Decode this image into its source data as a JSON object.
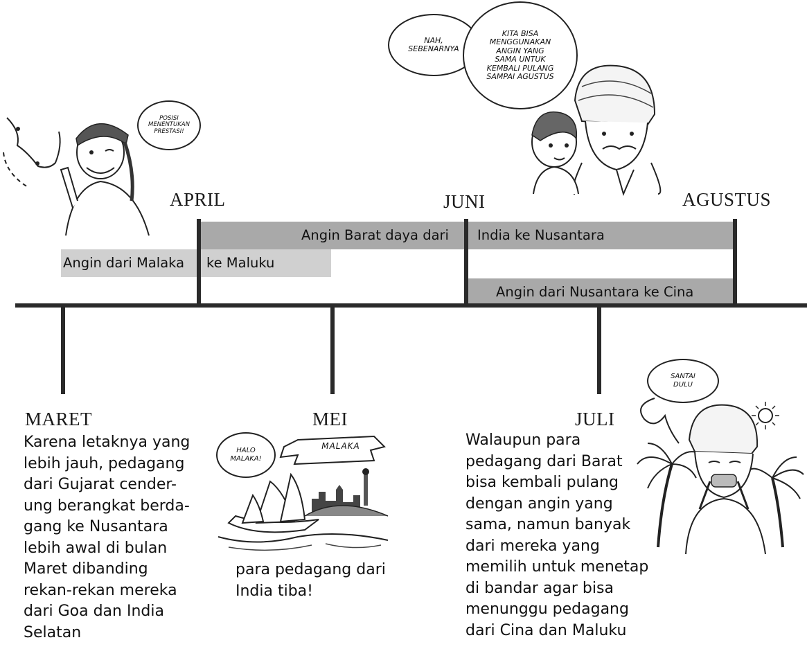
{
  "timeline": {
    "top_months": [
      "APRIL",
      "JUNI",
      "AGUSTUS"
    ],
    "bottom_months": [
      "MARET",
      "MEI",
      "JULI"
    ]
  },
  "bars": {
    "southwest_left": "Angin Barat daya dari",
    "southwest_right": "India ke Nusantara",
    "malaka_left": "Angin dari Malaka",
    "malaka_right": "ke Maluku",
    "nusantara_cina": "Angin dari Nusantara ke Cina"
  },
  "texts": {
    "maret": [
      "Karena letaknya yang",
      "lebih jauh, pedagang",
      "dari Gujarat cender-",
      "ung berangkat berda-",
      "gang ke Nusantara",
      "lebih awal di bulan",
      "Maret dibanding",
      "rekan-rekan mereka",
      "dari Goa dan India",
      "Selatan"
    ],
    "mei": [
      "para pedagang dari",
      "India tiba!"
    ],
    "juli": [
      "Walaupun para",
      "pedagang dari Barat",
      "bisa kembali pulang",
      "dengan angin yang",
      "sama, namun banyak",
      "dari mereka yang",
      "memilih untuk menetap",
      "di bandar agar bisa",
      "menunggu pedagang",
      "dari Cina dan Maluku"
    ]
  },
  "speech": {
    "posisi": [
      "POSISI",
      "MENENTUKAN",
      "PRESTASI!"
    ],
    "nah": [
      "NAH,",
      "SEBENARNYA"
    ],
    "kita": [
      "KITA BISA",
      "MENGGUNAKAN",
      "ANGIN YANG",
      "SAMA UNTUK",
      "KEMBALI PULANG",
      "SAMPAI AGUSTUS"
    ],
    "halo": [
      "HALO",
      "MALAKA!"
    ],
    "santai": [
      "SANTAI",
      "DULU"
    ],
    "banner": "MALAKA"
  },
  "colors": {
    "line": "#2a2a2a",
    "bar_dark": "#a9a9a9",
    "bar_light": "#d0d0d0"
  }
}
